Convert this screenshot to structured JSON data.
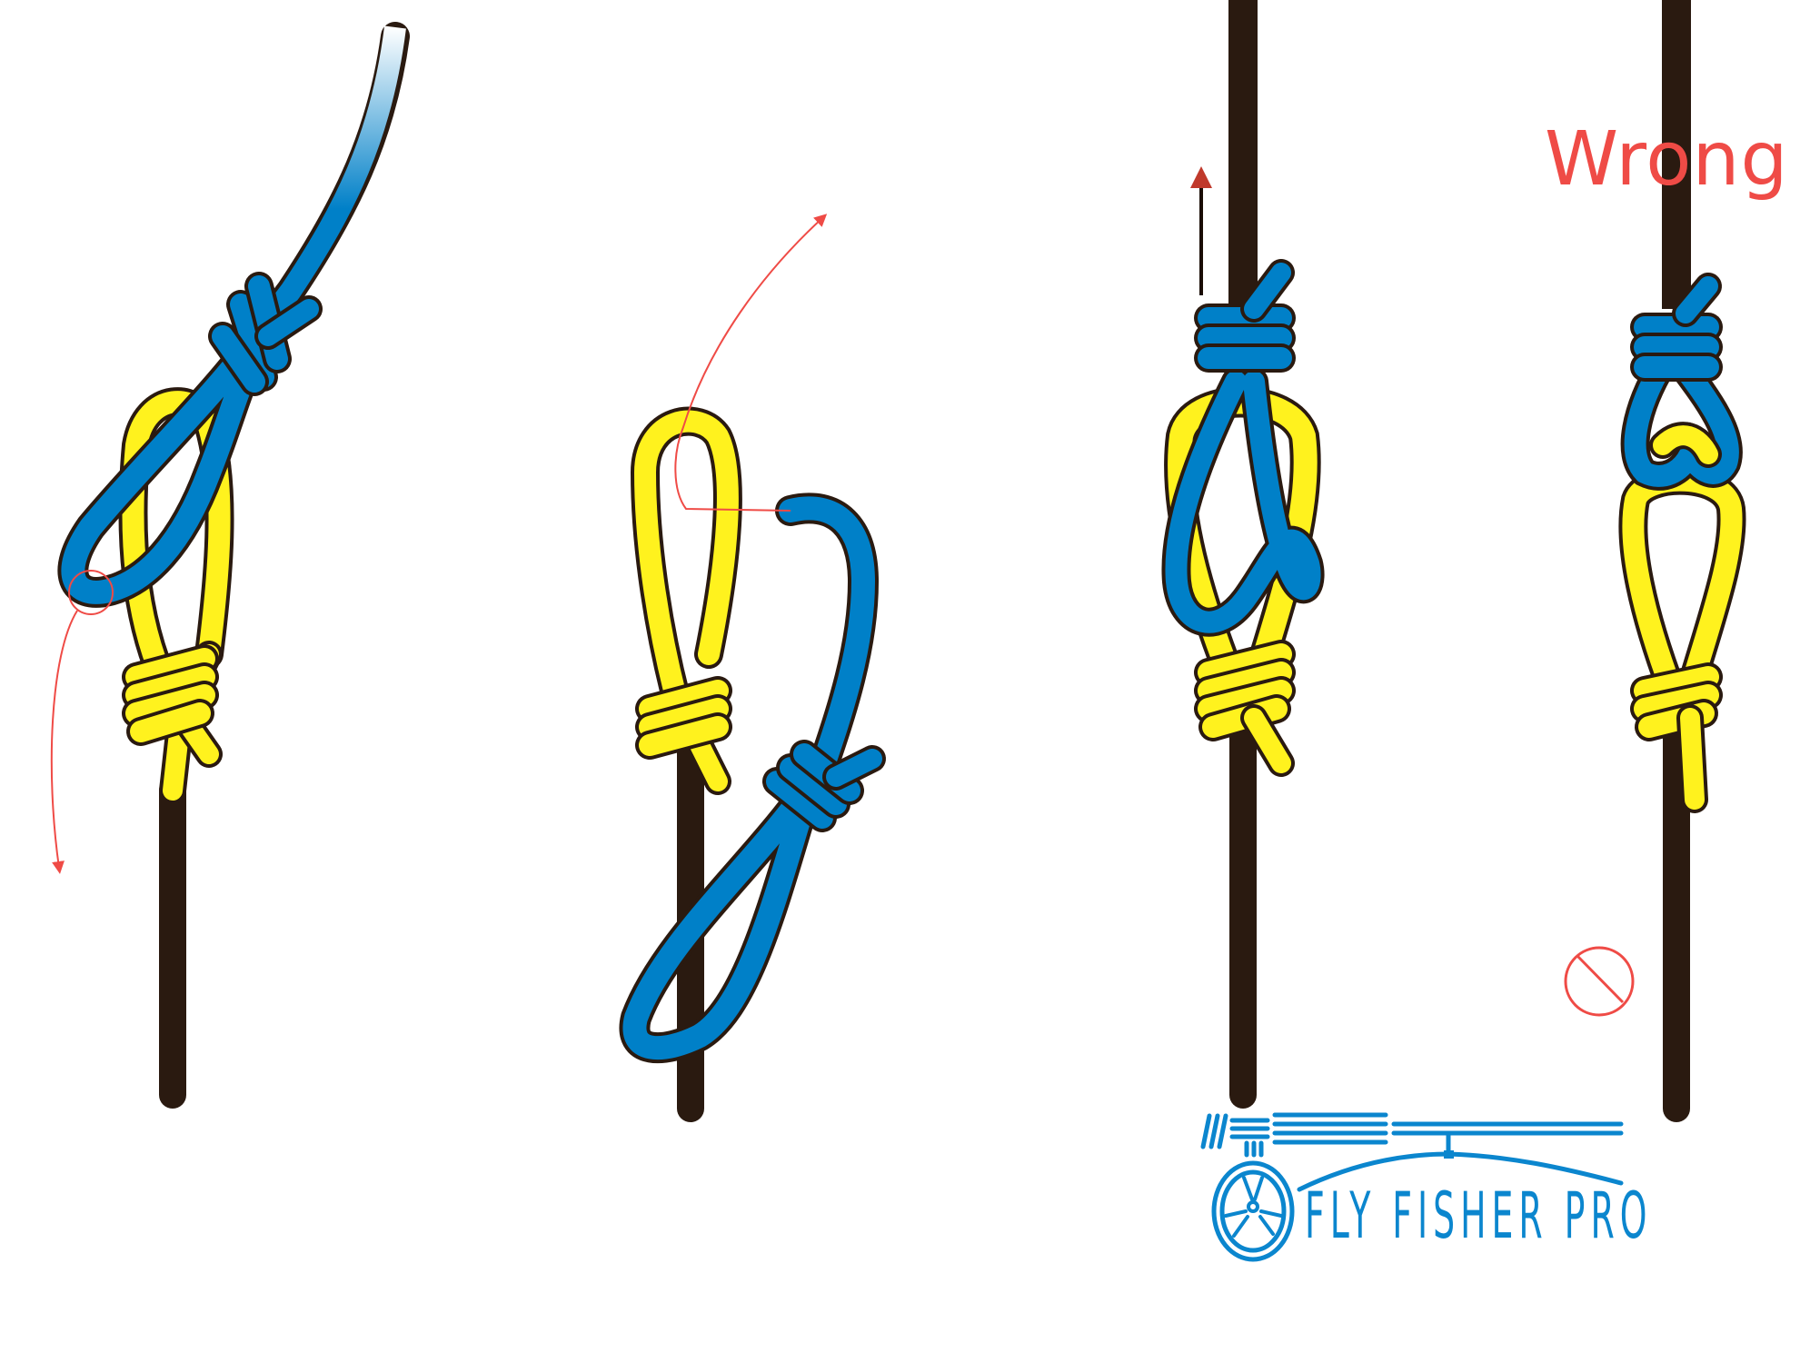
{
  "diagram": {
    "title": "Loop-to-loop connection steps",
    "steps": [
      {
        "id": "step-1",
        "description": "Blue loop passed through yellow loop, red arrow showing direction"
      },
      {
        "id": "step-2",
        "description": "Blue line end threaded through yellow loop"
      },
      {
        "id": "step-3",
        "description": "Correct square connection, arrow pulling upward"
      },
      {
        "id": "step-4",
        "description": "Incorrect girth hitch connection"
      }
    ],
    "labels": {
      "wrong": "Wrong"
    },
    "icons": {
      "prohibited": "prohibited-icon",
      "pull_arrow": "arrow-up-icon"
    },
    "colors": {
      "blue_line": "#0080c8",
      "yellow_line": "#fff21e",
      "outline": "#2a1a10",
      "annotation_red": "#ef4b46",
      "logo_blue": "#0b86ce"
    }
  },
  "logo": {
    "text": "FLY FISHER PRO"
  }
}
